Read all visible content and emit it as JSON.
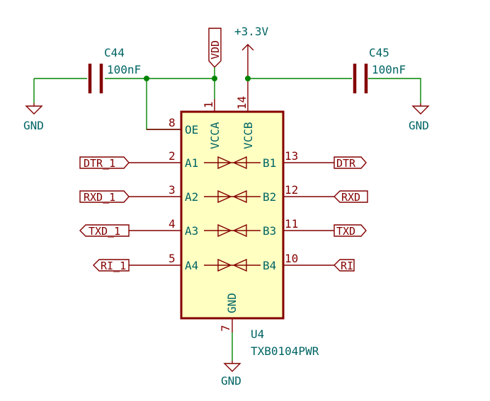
{
  "capacitors": [
    {
      "ref": "C44",
      "value": "100nF"
    },
    {
      "ref": "C45",
      "value": "100nF"
    }
  ],
  "power": {
    "vdd": "VDD",
    "v33": "+3.3V",
    "gnd": "GND"
  },
  "ic": {
    "ref": "U4",
    "value": "TXB0104PWR",
    "pins": {
      "oe": {
        "num": "8",
        "name": "OE"
      },
      "vcca": {
        "num": "1",
        "name": "VCCA"
      },
      "vccb": {
        "num": "14",
        "name": "VCCB"
      },
      "gnd": {
        "num": "7",
        "name": "GND"
      },
      "a1": {
        "num": "2",
        "name": "A1"
      },
      "a2": {
        "num": "3",
        "name": "A2"
      },
      "a3": {
        "num": "4",
        "name": "A3"
      },
      "a4": {
        "num": "5",
        "name": "A4"
      },
      "b1": {
        "num": "13",
        "name": "B1"
      },
      "b2": {
        "num": "12",
        "name": "B2"
      },
      "b3": {
        "num": "11",
        "name": "B3"
      },
      "b4": {
        "num": "10",
        "name": "B4"
      }
    }
  },
  "labels": {
    "left": [
      "DTR_1",
      "RXD_1",
      "TXD_1",
      "RI_1"
    ],
    "right": [
      "DTR",
      "RXD",
      "TXD",
      "RI"
    ]
  }
}
